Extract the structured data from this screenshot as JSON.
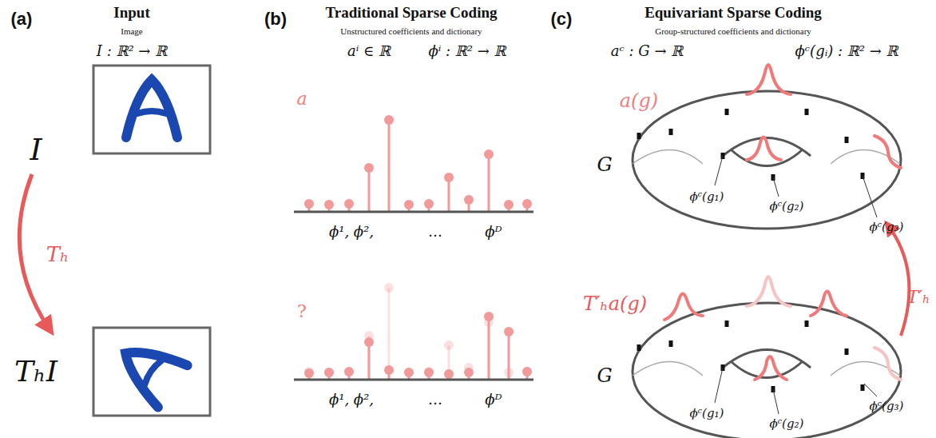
{
  "diagram": {
    "labels": [
      "(a)",
      "Input",
      "Image",
      "I : ℝ² → ℝ",
      "I",
      "Tₕ",
      "TₕI",
      "(b)",
      "Traditional Sparse Coding",
      "Unstructured coefficients and dictionary",
      "aⁱ ∈ ℝ",
      "ϕⁱ : ℝ² → ℝ",
      "a",
      "ϕ¹, ϕ²,",
      "…",
      "ϕᴰ",
      "?",
      "ϕ¹, ϕ²,",
      "…",
      "ϕᴰ",
      "(c)",
      "Equivariant Sparse Coding",
      "Group-structured coefficients and dictionary",
      "aᶜ : G → ℝ",
      "ϕᶜ(gᵢ) : ℝ² → ℝ",
      "a(g)",
      "G",
      "ϕᶜ(g₁)",
      "ϕᶜ(g₂)",
      "ϕᶜ(g₃)",
      "T′ₕa(g)",
      "T′ₕ",
      "G",
      "ϕᶜ(g₁)",
      "ϕᶜ(g₂)",
      "ϕᶜ(g₃)"
    ]
  }
}
